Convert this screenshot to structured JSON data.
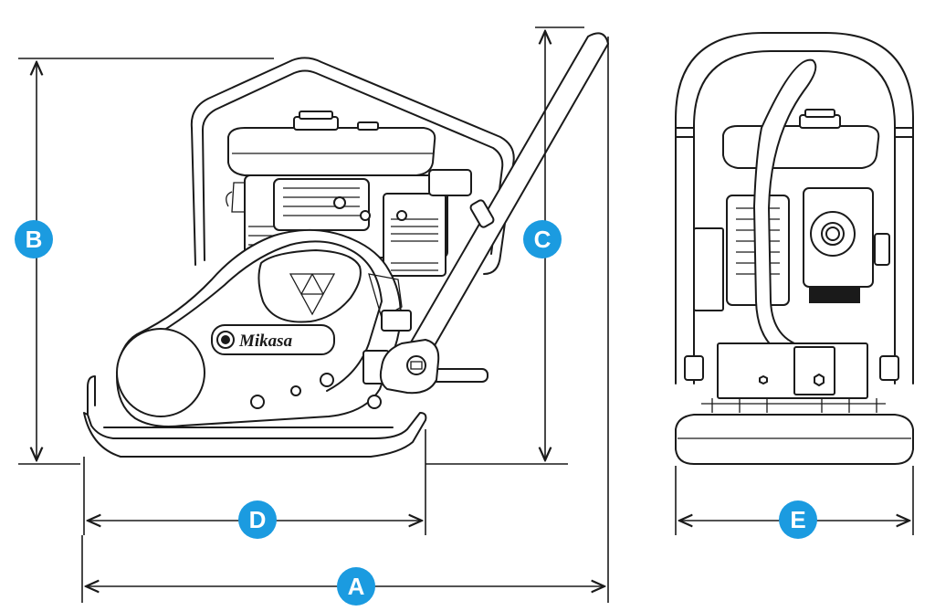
{
  "brand": "Mikasa",
  "dimensions": [
    {
      "key": "a",
      "label": "A",
      "color": "#1b9be0"
    },
    {
      "key": "b",
      "label": "B",
      "color": "#1b9be0"
    },
    {
      "key": "c",
      "label": "C",
      "color": "#1b9be0"
    },
    {
      "key": "d",
      "label": "D",
      "color": "#1b9be0"
    },
    {
      "key": "e",
      "label": "E",
      "color": "#1b9be0"
    }
  ],
  "icons": [
    "arrow-icon",
    "dimension-line",
    "plate-compactor"
  ]
}
